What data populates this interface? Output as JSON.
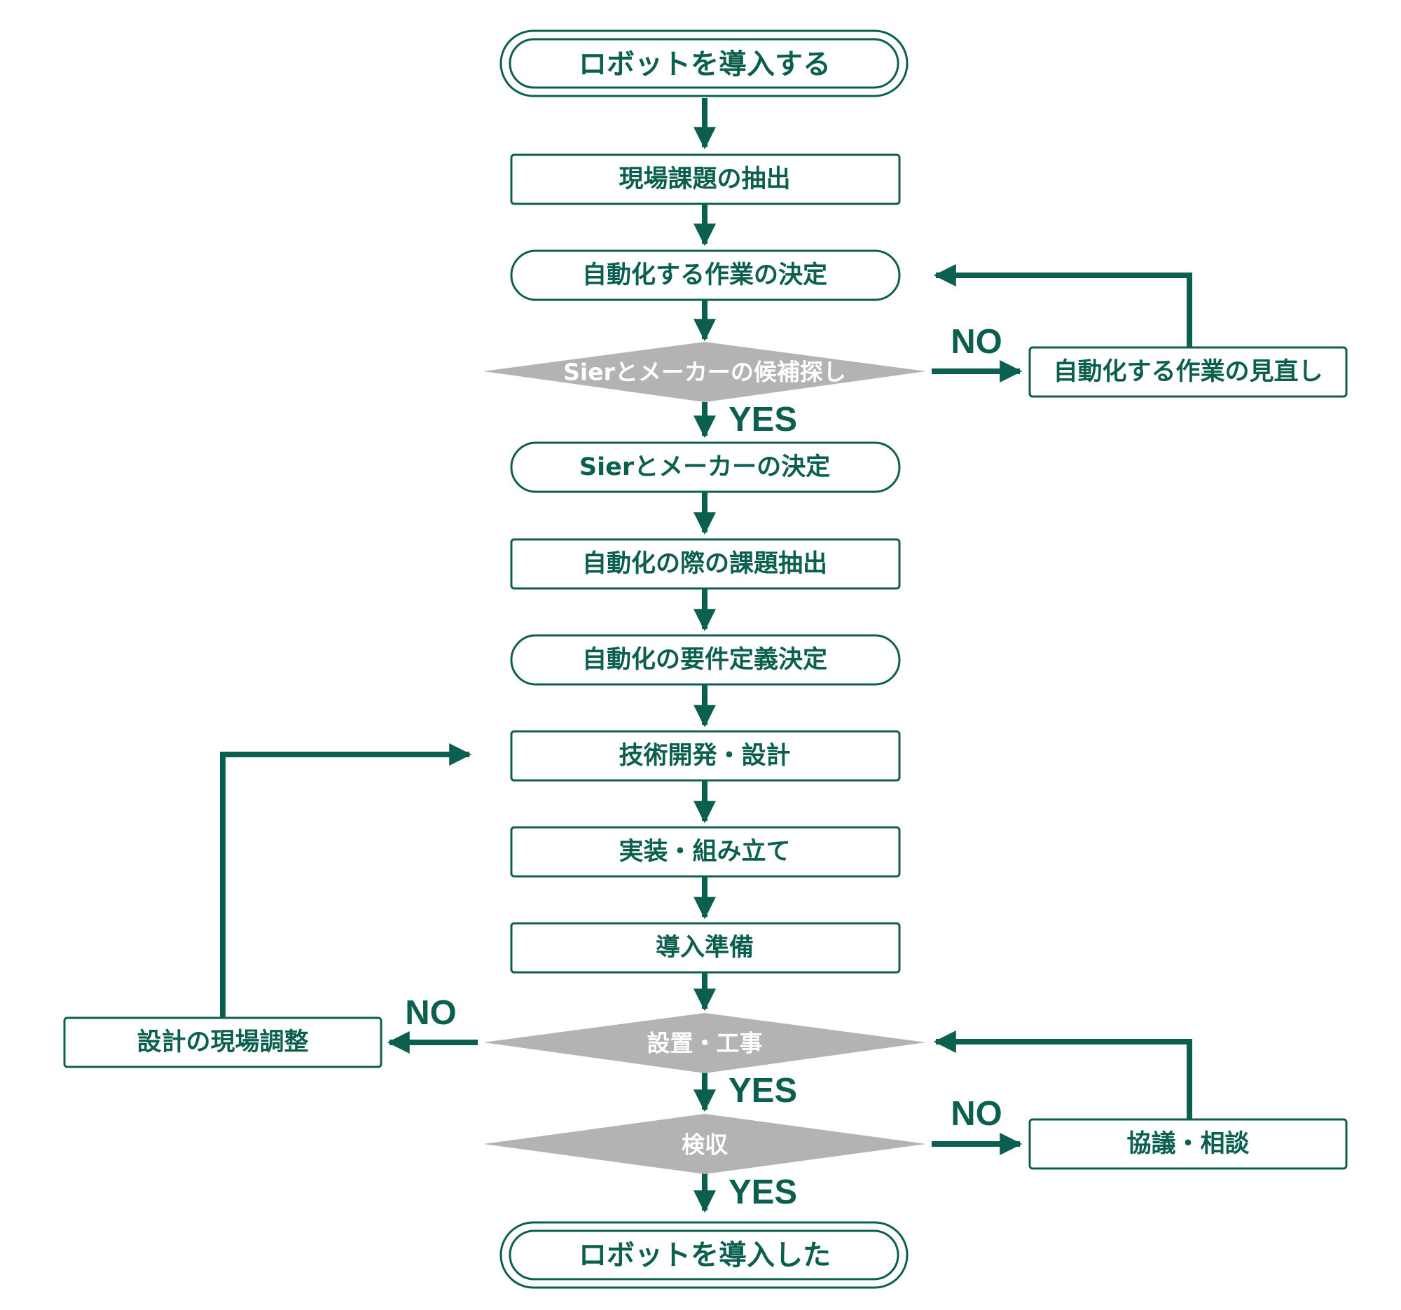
{
  "colors": {
    "accent": "#0b5f4f",
    "decision_fill": "#b3b3b3",
    "decision_text": "#ffffff",
    "background": "#ffffff"
  },
  "nodes": {
    "start": "ロボットを導入する",
    "extract_issues": "現場課題の抽出",
    "decide_tasks": "自動化する作業の決定",
    "search_sier": "Sierとメーカーの候補探し",
    "review_tasks": "自動化する作業の見直し",
    "decide_sier": "Sierとメーカーの決定",
    "extract_automation_issues": "自動化の際の課題抽出",
    "define_requirements": "自動化の要件定義決定",
    "tech_design": "技術開発・設計",
    "implement": "実装・組み立て",
    "prepare": "導入準備",
    "install": "設置・工事",
    "adjust_design": "設計の現場調整",
    "inspection": "検収",
    "consult": "協議・相談",
    "end": "ロボットを導入した"
  },
  "labels": {
    "yes": "YES",
    "no": "NO"
  }
}
